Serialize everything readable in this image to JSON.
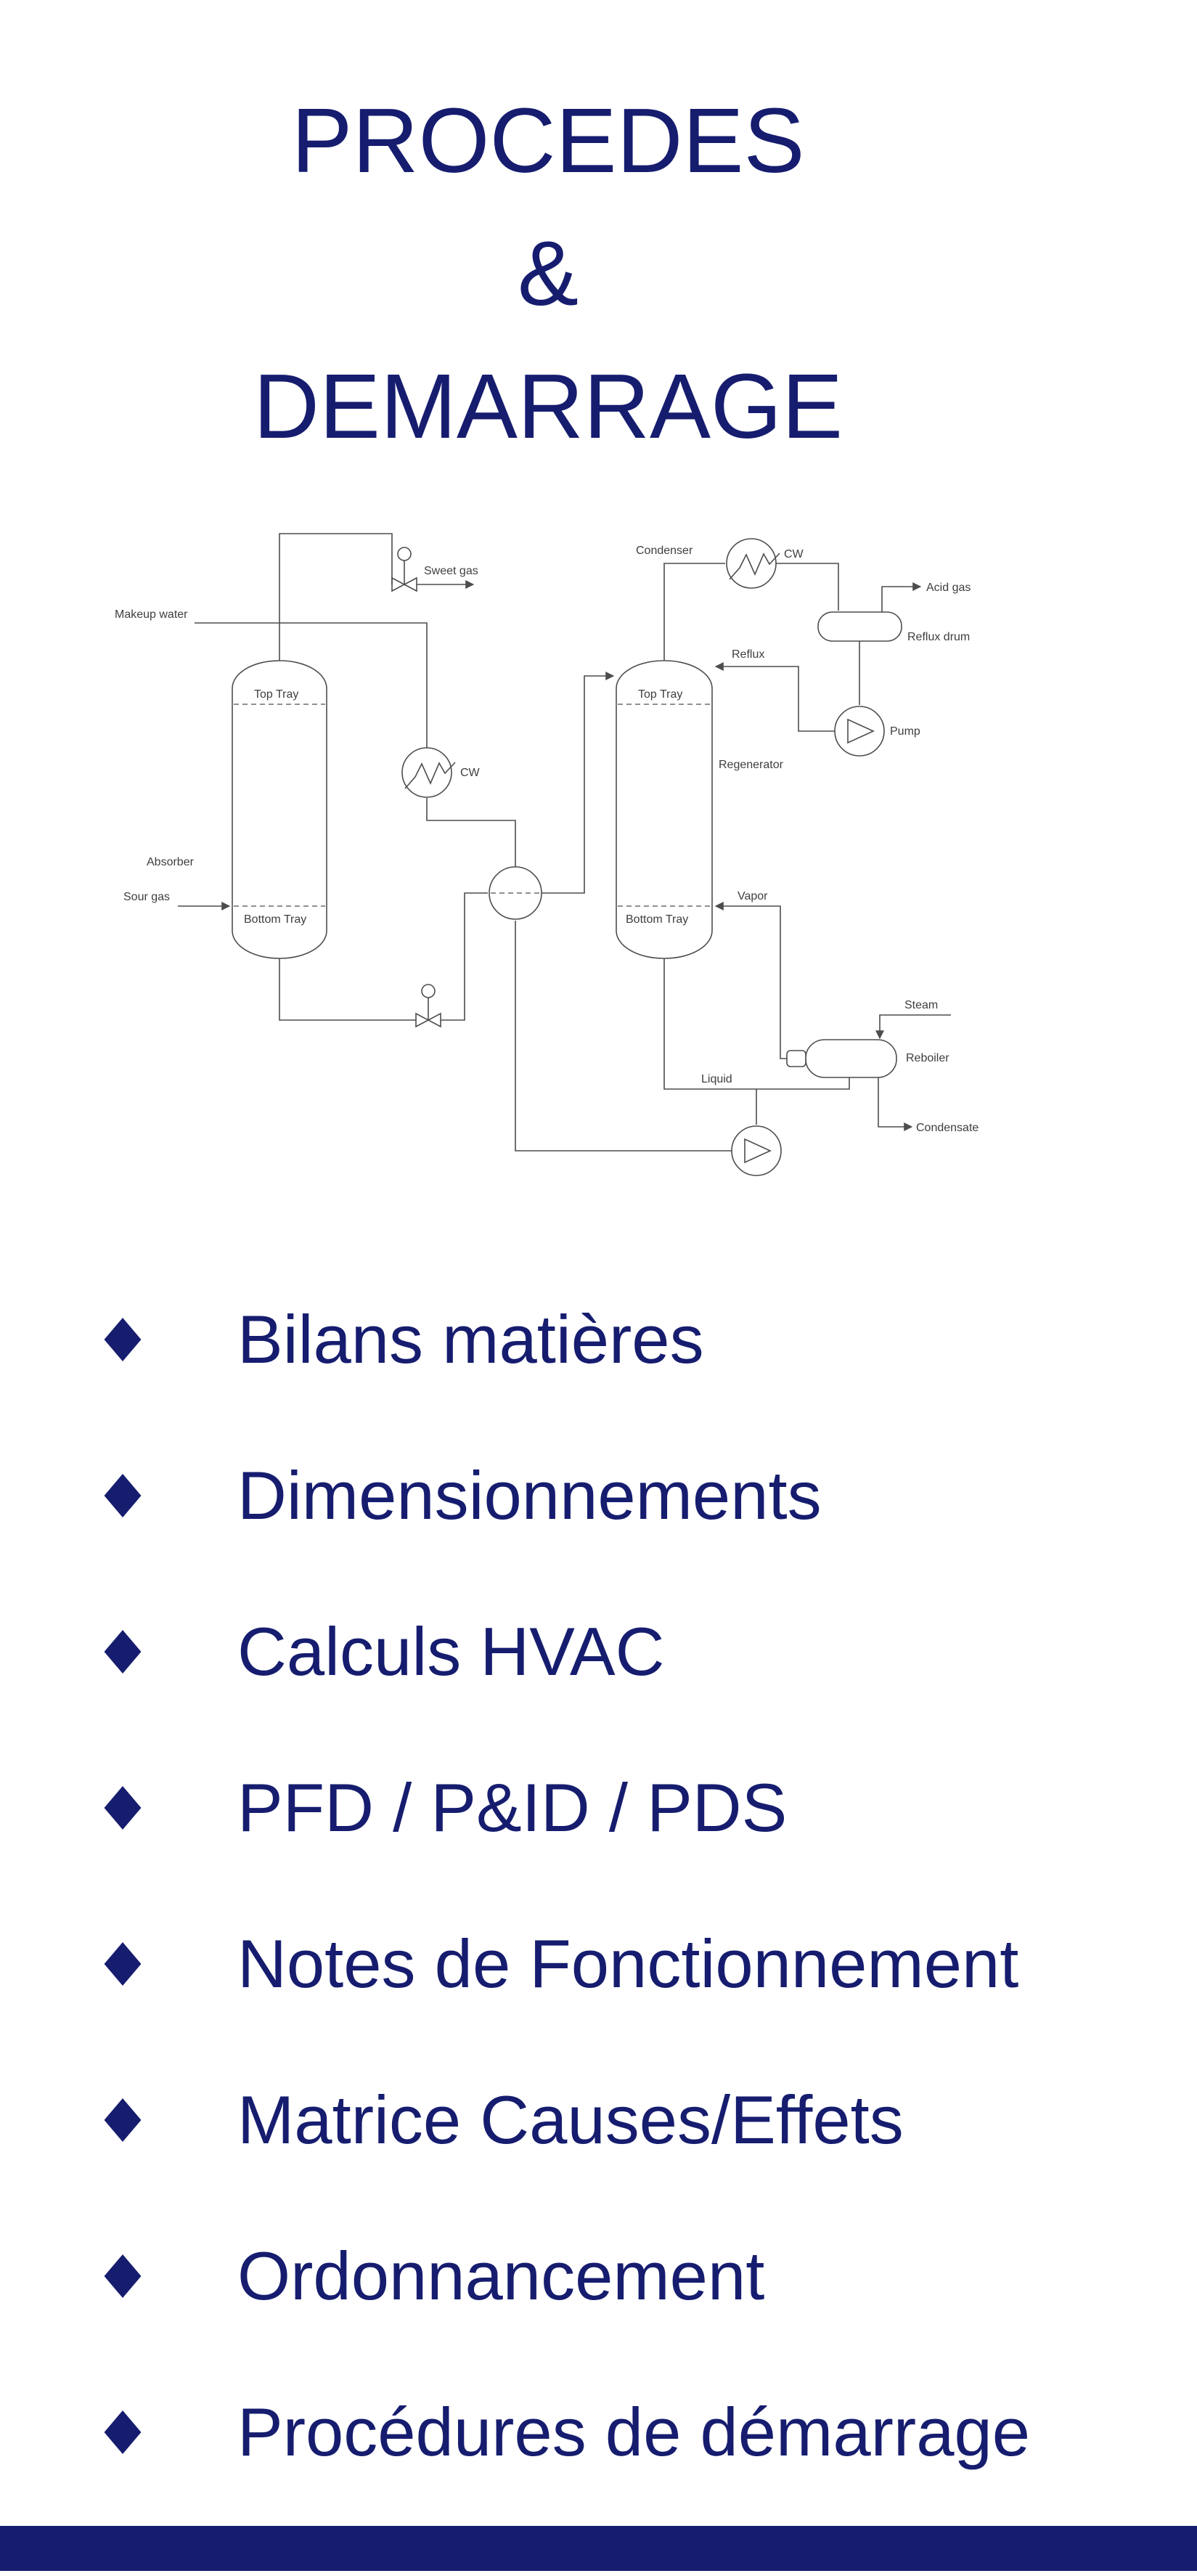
{
  "theme": {
    "accent_navy": "#161d6f",
    "diagram_line": "#4d4d4d",
    "diagram_text": "#3e3e3e"
  },
  "title": {
    "line1": "PROCEDES",
    "line2": "&",
    "line3": "DEMARRAGE"
  },
  "diagram": {
    "description": "Amine gas sweetening process flow diagram with absorber and regenerator",
    "labels": {
      "makeup_water": "Makeup water",
      "sweet_gas": "Sweet gas",
      "sour_gas": "Sour gas",
      "absorber": "Absorber",
      "top_tray_absorber": "Top Tray",
      "bottom_tray_absorber": "Bottom Tray",
      "cw_cooler": "CW",
      "condenser": "Condenser",
      "cw_condenser": "CW",
      "acid_gas": "Acid gas",
      "reflux_drum": "Reflux drum",
      "reflux": "Reflux",
      "pump": "Pump",
      "regenerator": "Regenerator",
      "top_tray_regenerator": "Top Tray",
      "bottom_tray_regenerator": "Bottom Tray",
      "vapor": "Vapor",
      "steam": "Steam",
      "reboiler": "Reboiler",
      "liquid": "Liquid",
      "condensate": "Condensate"
    }
  },
  "bullets": [
    "Bilans matières",
    "Dimensionnements",
    "Calculs HVAC",
    "PFD / P&ID / PDS",
    "Notes de Fonctionnement",
    "Matrice Causes/Effets",
    "Ordonnancement",
    "Procédures de démarrage"
  ]
}
